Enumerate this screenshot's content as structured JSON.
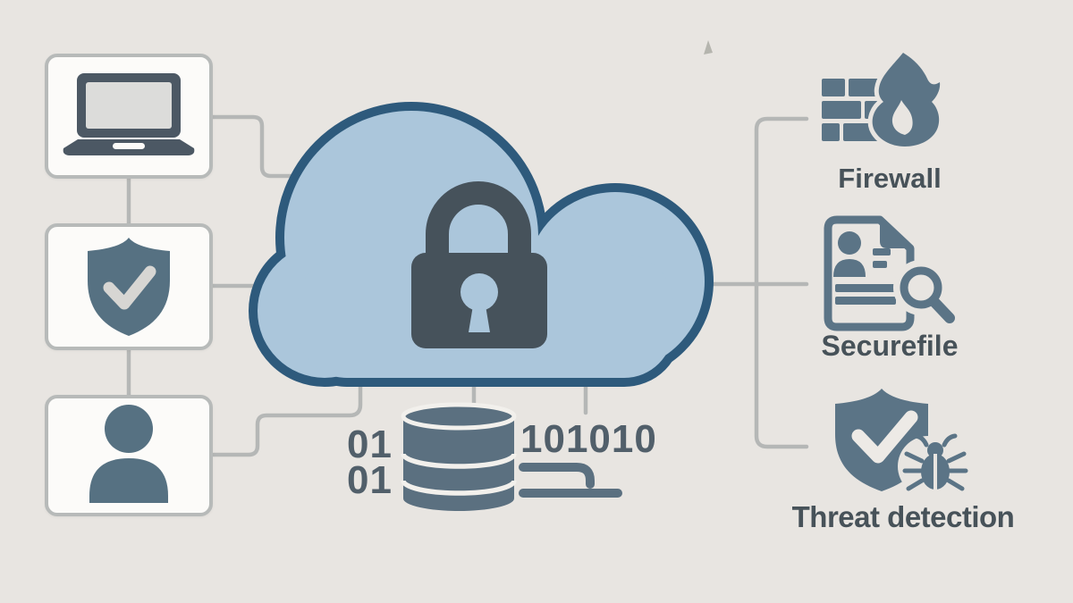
{
  "colors": {
    "background": "#e8e5e1",
    "box_fill": "#fcfbf9",
    "box_border": "#b7bab9",
    "line": "#b5b7b6",
    "cloud_fill": "#abc6db",
    "cloud_border": "#2e5a7c",
    "padlock": "#46525b",
    "icon_slate": "#5b7486",
    "icon_dark": "#4c5864",
    "shield_slate": "#567182",
    "check_light": "#d7d6d3",
    "check_offwhite": "#edeae6",
    "label_text": "#475259",
    "binary_text": "#515f6a",
    "database": "#5b7080",
    "database_gap": "#f2f0ec",
    "screen_fill": "#dcdcda",
    "speck": "#b5b5ae"
  },
  "left_nodes": [
    {
      "icon": "laptop-icon"
    },
    {
      "icon": "shield-check-icon"
    },
    {
      "icon": "user-icon"
    }
  ],
  "cloud": {
    "icon": "cloud-icon",
    "lock": "padlock-icon"
  },
  "data_flow": {
    "binary_left": [
      "01",
      "01"
    ],
    "binary_right": "101010",
    "icons": [
      "database-icon",
      "circuit-trace-icon"
    ]
  },
  "right_nodes": [
    {
      "icon": "firewall-icon",
      "label": "Firewall"
    },
    {
      "icon": "document-search-icon",
      "label": "Securefile"
    },
    {
      "icon": "shield-bug-icon",
      "label": "Threat detection"
    }
  ]
}
